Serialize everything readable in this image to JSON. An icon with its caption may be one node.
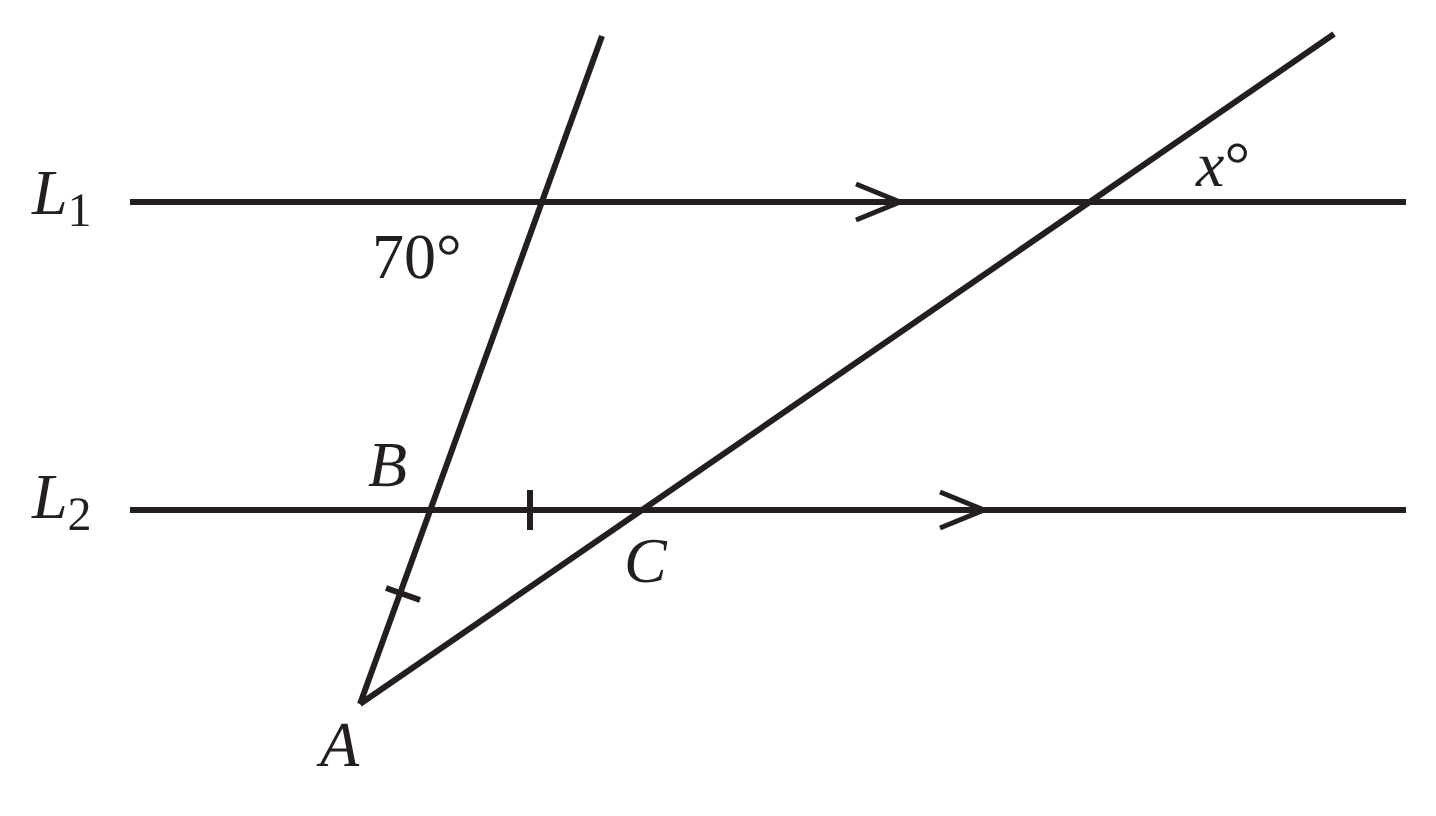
{
  "diagram": {
    "labels": [
      "*L*$_{1}$",
      "70°",
      "*x*°",
      "B",
      "*L*$_{2}$",
      "C",
      "A"
    ]
  }
}
